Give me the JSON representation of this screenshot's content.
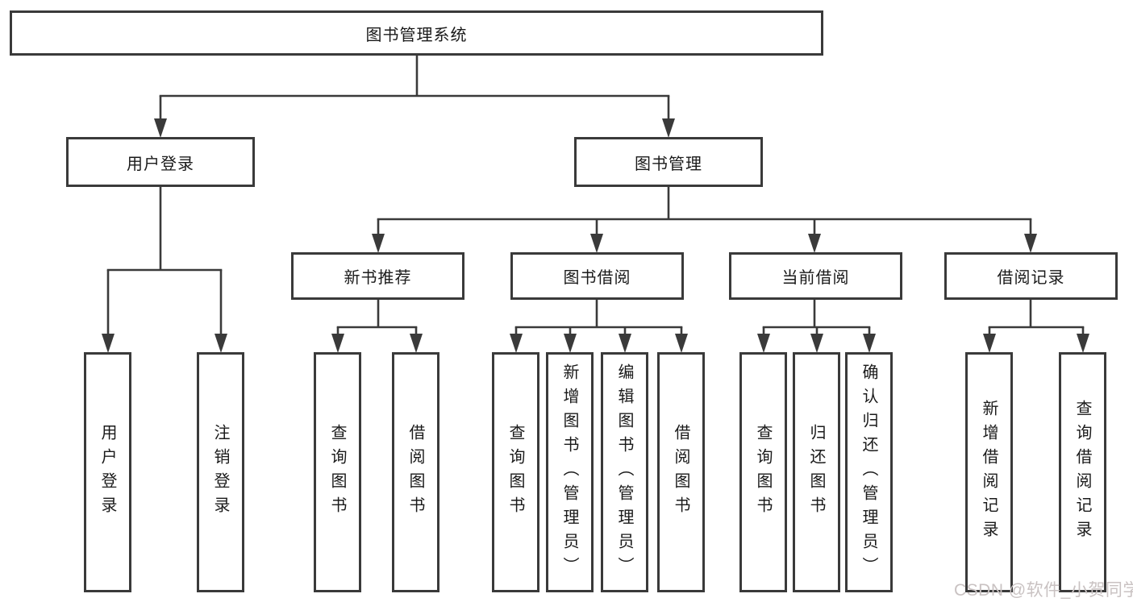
{
  "tree": {
    "root": {
      "label": "图书管理系统"
    },
    "branches": [
      {
        "label": "用户登录",
        "children": [
          {
            "label": "用户登录"
          },
          {
            "label": "注销登录"
          }
        ]
      },
      {
        "label": "图书管理",
        "children": [
          {
            "label": "新书推荐",
            "children": [
              {
                "label": "查询图书"
              },
              {
                "label": "借阅图书"
              }
            ]
          },
          {
            "label": "图书借阅",
            "children": [
              {
                "label": "查询图书"
              },
              {
                "label": "新增图书（管理员）"
              },
              {
                "label": "编辑图书（管理员）"
              },
              {
                "label": "借阅图书"
              }
            ]
          },
          {
            "label": "当前借阅",
            "children": [
              {
                "label": "查询图书"
              },
              {
                "label": "归还图书"
              },
              {
                "label": "确认归还（管理员）"
              }
            ]
          },
          {
            "label": "借阅记录",
            "children": [
              {
                "label": "新增借阅记录"
              },
              {
                "label": "查询借阅记录"
              }
            ]
          }
        ]
      }
    ]
  },
  "watermark": {
    "text": "CSDN @软件_小贺同学"
  },
  "colors": {
    "line": "#3a3a3a",
    "node_border": "#3a3a3a",
    "text": "#1a1a1a",
    "watermark": "#c9c2c2",
    "background": "#ffffff"
  }
}
